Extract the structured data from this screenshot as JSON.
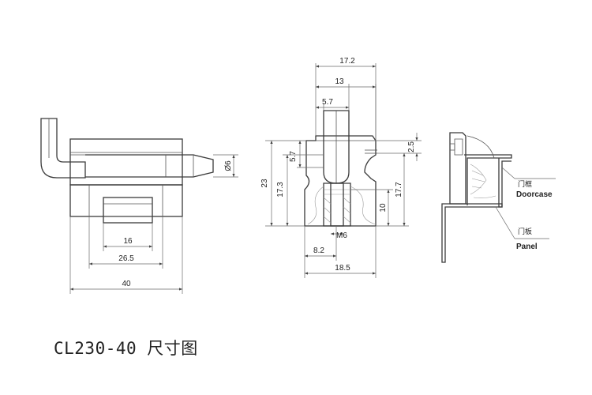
{
  "caption": "CL230-40 尺寸图",
  "dimensions": {
    "d40": "40",
    "d26_5": "26.5",
    "d16": "16",
    "dia6": "Ø6",
    "d17_2": "17.2",
    "d13": "13",
    "d5_7_top": "5.7",
    "d5_7_side": "5.7",
    "d23": "23",
    "d17_3": "17.3",
    "d10": "10",
    "d17_7": "17.7",
    "d2_5": "2.5",
    "m6": "M6",
    "d8_2": "8.2",
    "d18_5": "18.5"
  },
  "labels": {
    "doorcase_cn": "门框",
    "doorcase_en": "Doorcase",
    "panel_cn": "门板",
    "panel_en": "Panel"
  }
}
